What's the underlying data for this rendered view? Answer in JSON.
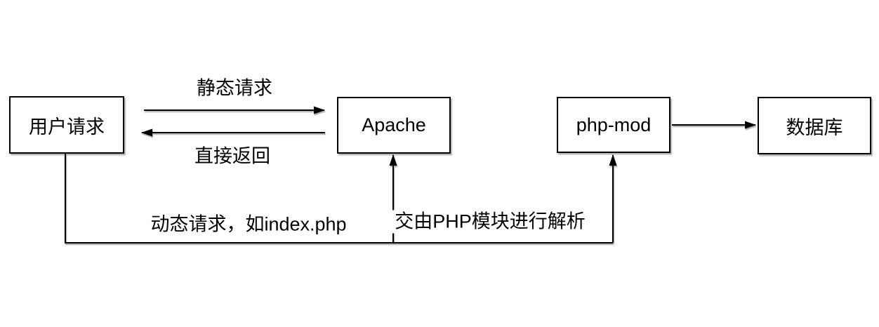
{
  "diagram": {
    "nodes": {
      "user_request": {
        "label": "用户请求"
      },
      "apache": {
        "label": "Apache"
      },
      "php_mod": {
        "label": "php-mod"
      },
      "database": {
        "label": "数据库"
      }
    },
    "edges": {
      "static_request": {
        "label": "静态请求",
        "from": "用户请求",
        "to": "Apache"
      },
      "direct_return": {
        "label": "直接返回",
        "from": "Apache",
        "to": "用户请求"
      },
      "dynamic_request": {
        "label": "动态请求，如index.php",
        "from": "用户请求",
        "to": "Apache"
      },
      "php_parse": {
        "label": "交由PHP模块进行解析",
        "from": "Apache",
        "to": "php-mod"
      },
      "php_to_db": {
        "label": "",
        "from": "php-mod",
        "to": "数据库"
      }
    },
    "colors": {
      "stroke": "#000000",
      "node_fill": "#ffffff",
      "text": "#000000",
      "background": "#ffffff"
    }
  }
}
